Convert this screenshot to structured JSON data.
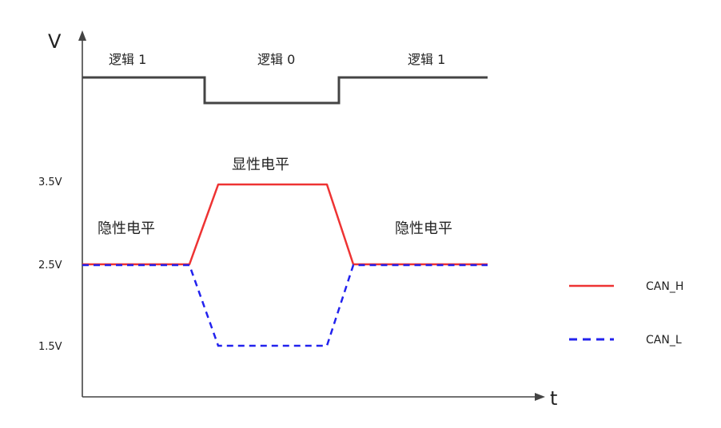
{
  "axes": {
    "y_label": "V",
    "x_label": "t"
  },
  "y_ticks": [
    "3.5V",
    "2.5V",
    "1.5V"
  ],
  "logic_labels": [
    "逻辑 1",
    "逻辑 0",
    "逻辑 1"
  ],
  "level_labels": {
    "dominant": "显性电平",
    "recessive_left": "隐性电平",
    "recessive_right": "隐性电平"
  },
  "legend": [
    {
      "name": "CAN_H",
      "color": "#ee3333",
      "style": "solid"
    },
    {
      "name": "CAN_L",
      "color": "#2222ee",
      "style": "dashed"
    }
  ],
  "colors": {
    "axis": "#444444",
    "logic_line": "#444444",
    "can_h": "#ee3333",
    "can_l": "#2222ee"
  }
}
